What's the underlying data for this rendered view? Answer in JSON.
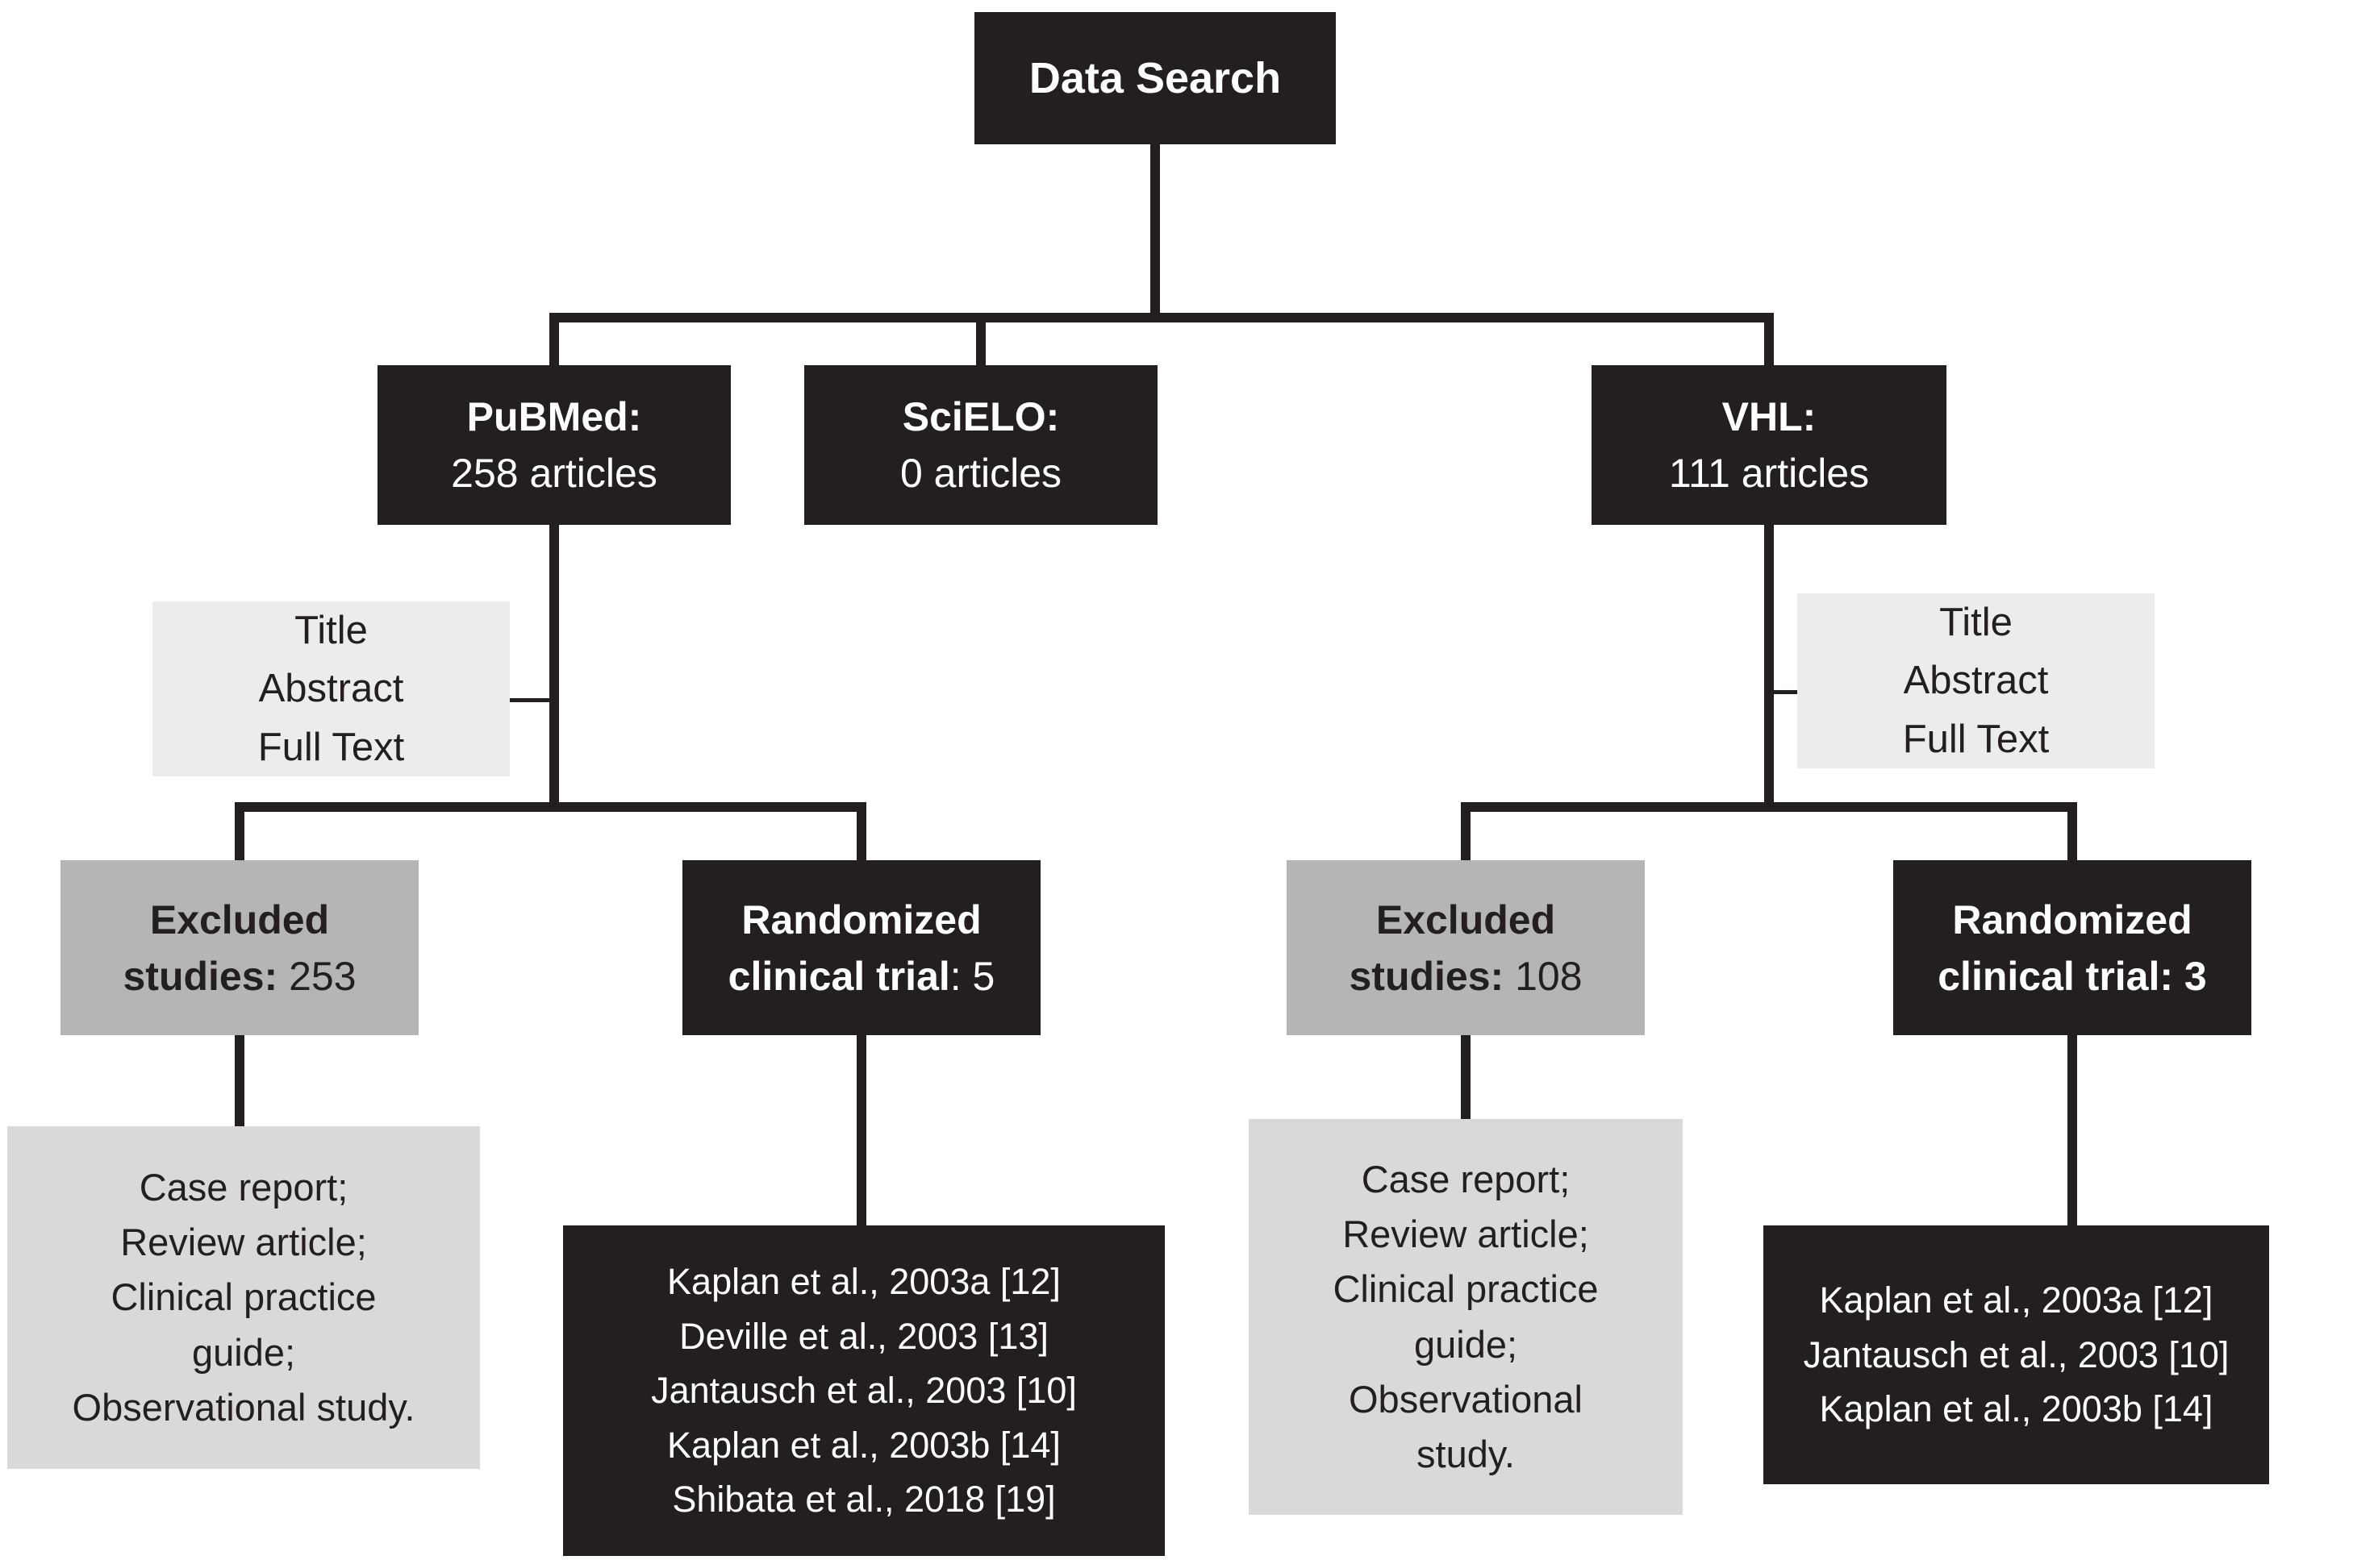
{
  "flowchart": {
    "root": {
      "label": "Data Search"
    },
    "sources": [
      {
        "bold": "PuBMed:",
        "rest": "258 articles"
      },
      {
        "bold": "SciELO:",
        "rest": "0 articles"
      },
      {
        "bold": "VHL:",
        "rest": "111 articles"
      }
    ],
    "screening_left": {
      "lines": [
        "Title",
        "Abstract",
        "Full Text"
      ]
    },
    "screening_right": {
      "lines": [
        "Title",
        "Abstract",
        "Full Text"
      ]
    },
    "left": {
      "excluded": {
        "line1": "Excluded",
        "line2_bold": "studies:",
        "line2_rest": " 253"
      },
      "rct": {
        "line1": "Randomized",
        "line2_bold": "clinical trial",
        "line2_rest": ": 5"
      },
      "reasons": {
        "lines": [
          "Case report;",
          "Review article;",
          "Clinical practice",
          "guide;",
          "Observational study."
        ]
      },
      "references": {
        "lines": [
          "Kaplan et al., 2003a [12]",
          "Deville et al., 2003 [13]",
          "Jantausch et al., 2003 [10]",
          "Kaplan et al., 2003b [14]",
          "Shibata et al., 2018 [19]"
        ]
      }
    },
    "right": {
      "excluded": {
        "line1": "Excluded",
        "line2_bold": "studies:",
        "line2_rest": " 108"
      },
      "rct": {
        "line1": "Randomized",
        "line2_bold": "clinical trial: 3",
        "line2_rest": ""
      },
      "reasons": {
        "lines": [
          "Case report;",
          "Review article;",
          "Clinical practice",
          "guide;",
          "Observational",
          "study."
        ]
      },
      "references": {
        "lines": [
          "Kaplan et al., 2003a [12]",
          "Jantausch et al., 2003 [10]",
          "Kaplan et al., 2003b [14]"
        ]
      }
    },
    "colors": {
      "box_black": "#231f20",
      "box_gray": "#b5b5b5",
      "box_light_gray": "#d9d9d9",
      "box_lighter_gray": "#ececec",
      "line": "#231f20",
      "text_on_black": "#ffffff"
    }
  }
}
